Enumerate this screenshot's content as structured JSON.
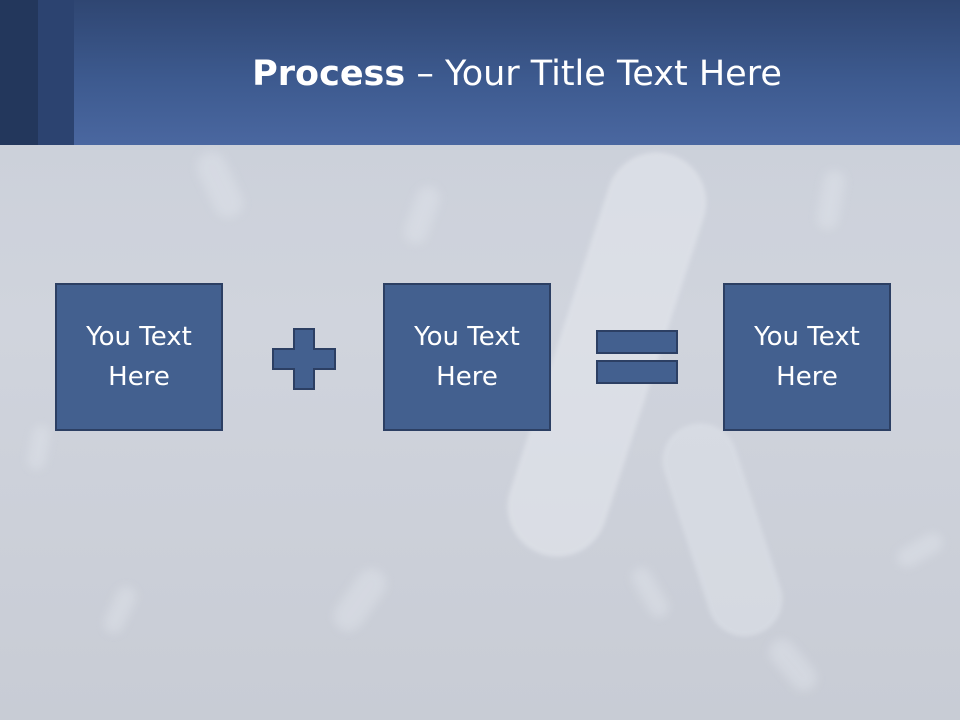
{
  "slide": {
    "title_bold": "Process",
    "title_rest": " – Your Title Text Here",
    "boxes": [
      {
        "text": "You Text Here"
      },
      {
        "text": "You Text Here"
      },
      {
        "text": "You Text Here"
      }
    ],
    "operators": [
      "plus-icon",
      "equals-icon"
    ],
    "colors": {
      "header": "#3d5a8f",
      "box_fill": "#43608f",
      "box_border": "#2c3f63",
      "background": "#cdd1da"
    }
  }
}
